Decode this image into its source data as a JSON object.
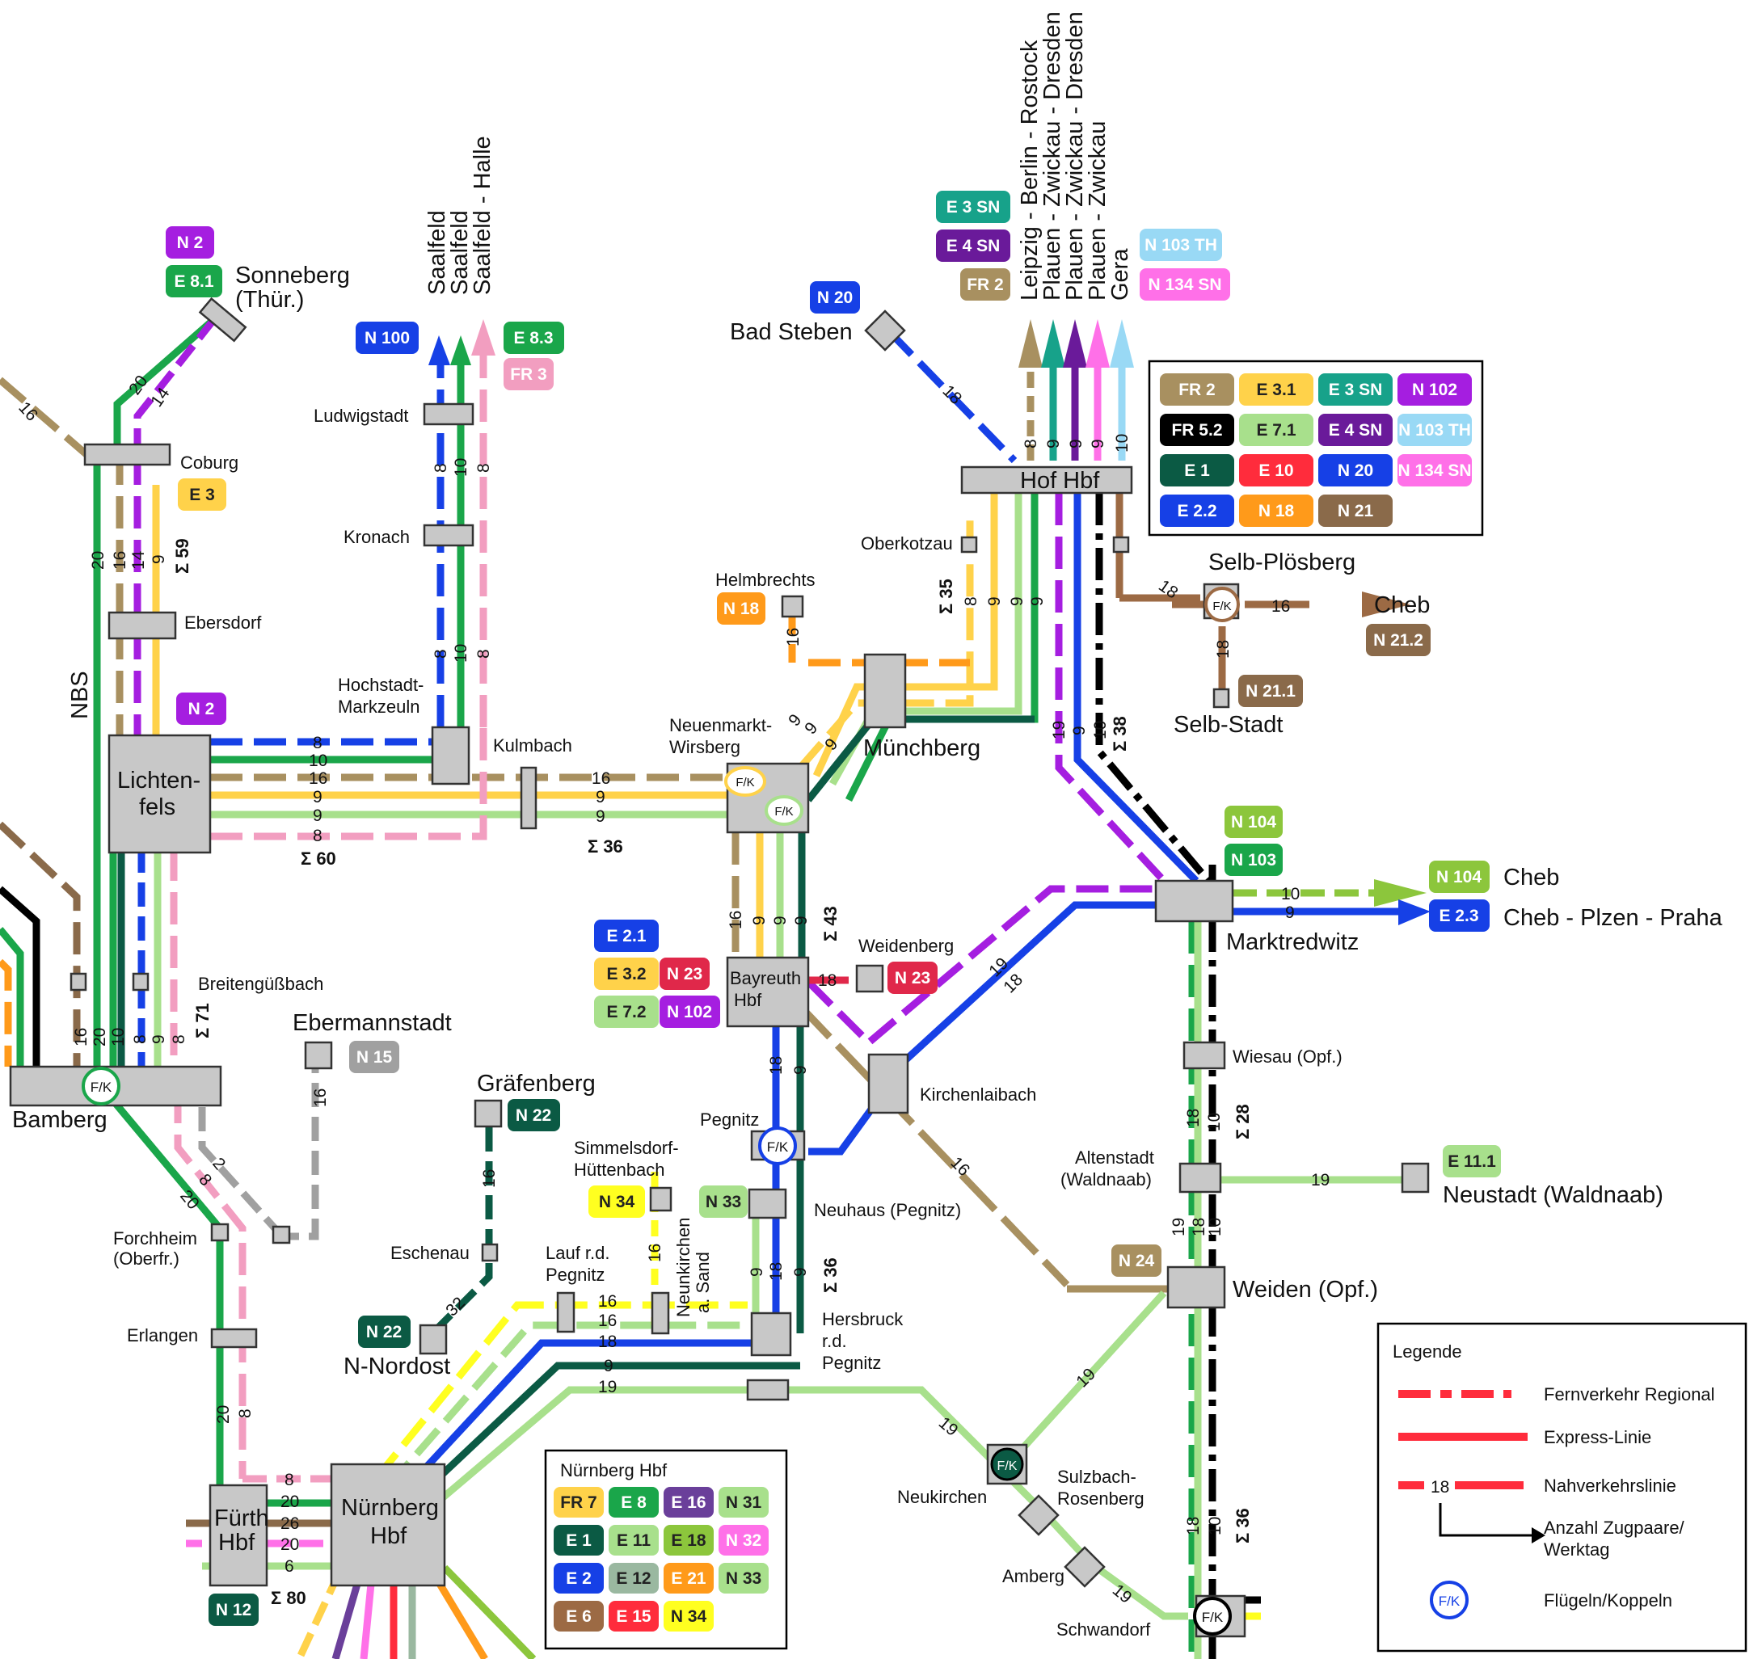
{
  "colors": {
    "FR2": "#a89060",
    "FR3": "#f29ec0",
    "FR5_2": "#000000",
    "FR7": "#ffd24a",
    "E1": "#0b5a44",
    "E2": "#1640e6",
    "E3": "#ffd24a",
    "E3SN": "#17a28a",
    "E4SN": "#6a1a9a",
    "E6": "#9c6a44",
    "E7": "#a8e08c",
    "E8": "#1aa64a",
    "E10": "#ff2c3c",
    "E11": "#a8e08c",
    "E12": "#9ab8a0",
    "E15": "#ff2c3c",
    "E16": "#6a3f9a",
    "E18": "#8cc63c",
    "E21": "#ff9a1a",
    "N2": "#a51ee0",
    "N15": "#a0a0a0",
    "N18": "#ff9a1a",
    "N20": "#1640e6",
    "N21": "#8a6a4a",
    "N22": "#0b5a44",
    "N23": "#e0284a",
    "N24": "#a89060",
    "N33": "#a8e08c",
    "N34": "#ffff20",
    "N100": "#1640e6",
    "N102": "#a51ee0",
    "N103TH": "#99d9f5",
    "N104": "#8cc63c",
    "N134SN": "#ff70e8"
  },
  "places": {
    "bamberg": "Bamberg",
    "lichtenfels": "Lichten-\nfels",
    "coburg": "Coburg",
    "sonneberg": "Sonneberg\n(Thür.)",
    "ebersdorf": "Ebersdorf",
    "nbs": "NBS",
    "breitengussbach": "Breitengüßbach",
    "ebermannstadt": "Ebermannstadt",
    "forchheim": "Forchheim\n(Oberfr.)",
    "erlangen": "Erlangen",
    "fuerth": "Fürth\nHbf",
    "nuernberg": "Nürnberg\nHbf",
    "ludwigstadt": "Ludwigstadt",
    "kronach": "Kronach",
    "hochstadt": "Hochstadt-\nMarkzeuln",
    "kulmbach": "Kulmbach",
    "neuenmarkt": "Neuenmarkt-\nWirsberg",
    "muenchberg": "Münchberg",
    "helmbrechts": "Helmbrechts",
    "oberkotzau": "Oberkotzau",
    "hof": "Hof Hbf",
    "bad_steben": "Bad Steben",
    "selb_ploesberg": "Selb-Plösberg",
    "selb_stadt": "Selb-Stadt",
    "cheb": "Cheb",
    "marktredwitz": "Marktredwitz",
    "cheb_praha": "Cheb - Plzen - Praha",
    "cheb2": "Cheb",
    "bayreuth": "Bayreuth\nHbf",
    "weidenberg": "Weidenberg",
    "kirchenlaibach": "Kirchenlaibach",
    "pegnitz": "Pegnitz",
    "neuhaus": "Neuhaus (Pegnitz)",
    "graefenberg": "Gräfenberg",
    "eschenau": "Eschenau",
    "n_nordost": "N-Nordost",
    "simmelsdorf": "Simmelsdorf-\nHüttenbach",
    "lauf": "Lauf r.d.\nPegnitz",
    "neunkirchen_sand": "Neunkirchen\na. Sand",
    "hersbruck": "Hersbruck\nr.d.\nPegnitz",
    "wiesau": "Wiesau (Opf.)",
    "altenstadt": "Altenstadt\n(Waldnaab)",
    "neustadt": "Neustadt (Waldnaab)",
    "weiden": "Weiden (Opf.)",
    "neukirchen": "Neukirchen",
    "sulzbach": "Sulzbach-\nRosenberg",
    "amberg": "Amberg",
    "schwandorf": "Schwandorf",
    "saalfeld1": "Saalfeld",
    "saalfeld2": "Saalfeld",
    "saalfeld3": "Saalfeld - Halle",
    "hof_dir1": "Leipzig - Berlin - Rostock",
    "hof_dir2": "Plauen - Zwickau - Dresden",
    "hof_dir3": "Plauen - Zwickau - Dresden",
    "hof_dir4": "Plauen - Zwickau",
    "hof_dir5": "Gera"
  },
  "sums": {
    "s59": "Σ 59",
    "s60": "Σ 60",
    "s36a": "Σ 36",
    "s71": "Σ 71",
    "s35": "Σ 35",
    "s38": "Σ 38",
    "s43": "Σ 43",
    "s36b": "Σ 36",
    "s28": "Σ 28",
    "s80": "Σ 80",
    "s36c": "Σ 36"
  },
  "fk": "F/K",
  "hof_legend": {
    "items": [
      "FR 2",
      "E 3.1",
      "E 3 SN",
      "N 102",
      "FR 5.2",
      "E 7.1",
      "E 4 SN",
      "N 103 TH",
      "E 1",
      "E 10",
      "N 20",
      "N 134 SN",
      "E 2.2",
      "N 18",
      "N 21"
    ]
  },
  "nuernberg_legend": {
    "title": "Nürnberg Hbf",
    "items": [
      "FR 7",
      "E 8",
      "E 16",
      "N 31",
      "E 1",
      "E 11",
      "E 18",
      "N 32",
      "E 2",
      "E 12",
      "E 21",
      "N 33",
      "E 6",
      "E 15",
      "N 34"
    ]
  },
  "legend": {
    "title": "Legende",
    "fernverkehr": "Fernverkehr Regional",
    "express": "Express-Linie",
    "nahverkehr": "Nahverkehrslinie",
    "sample_num": "18",
    "anzahl": "Anzahl Zugpaare/\nWerktag",
    "fluegeln": "Flügeln/Koppeln",
    "fk": "F/K"
  },
  "badges": {
    "n2_top": "N 2",
    "e81": "E 8.1",
    "e3_coburg": "E 3",
    "n2_lichtenfels": "N 2",
    "n100": "N  100",
    "e83": "E 8.3",
    "fr3": "FR 3",
    "n15": "N 15",
    "n22a": "N 22",
    "n22b": "N 22",
    "n34": "N 34",
    "n33": "N 33",
    "n18": "N 18",
    "e21": "E 2.1",
    "e32": "E 3.2",
    "n23a": "N 23",
    "e72": "E 7.2",
    "n102": "N 102",
    "n23b": "N 23",
    "n20": "N 20",
    "e3sn": "E 3 SN",
    "e4sn": "E 4 SN",
    "fr2": "FR 2",
    "n103th": "N 103 TH",
    "n134sn": "N 134 SN",
    "n212": "N 21.2",
    "n211": "N 21.1",
    "n104a": "N 104",
    "n103": "N 103",
    "n104b": "N 104",
    "e23": "E 2.3",
    "e111": "E 11.1",
    "n24": "N 24",
    "n12": "N 12"
  },
  "counts": {
    "c16a": "16",
    "c20a": "20",
    "c14a": "14",
    "c20b": "20",
    "c16b": "16",
    "c14b": "14",
    "c9a": "9",
    "c16c": "16",
    "c20c": "20",
    "c10a": "10",
    "c8a": "8",
    "c9b": "9",
    "c8b": "8",
    "c20d": "20",
    "c8c": "8",
    "c2a": "2",
    "c16d": "16",
    "c20e": "20",
    "c8d": "8",
    "l8": "8",
    "l10": "10",
    "l16": "16",
    "l9a": "9",
    "l9b": "9",
    "l8b": "8",
    "k16": "16",
    "k9a": "9",
    "k9b": "9",
    "sa8a": "8",
    "sa10a": "10",
    "sa8b": "8",
    "sa8c": "8",
    "sa10b": "10",
    "sa8d": "8",
    "f8": "8",
    "f20": "20",
    "f26": "26",
    "f20b": "20",
    "f6": "6",
    "h16": "16",
    "nw9a": "9",
    "nw9b": "9",
    "nw9c": "9",
    "ob8": "8",
    "ob9a": "9",
    "ob9b": "9",
    "ob9c": "9",
    "hb8": "8",
    "hb9a": "9",
    "hb9b": "9",
    "hb9c": "9",
    "hb10": "10",
    "bs18": "18",
    "s18a": "18",
    "s16": "16",
    "s18b": "18",
    "m19": "19",
    "m9": "9",
    "m10": "10",
    "by16": "16",
    "by9a": "9",
    "by9b": "9",
    "by9c": "9",
    "wb18": "18",
    "p18": "18",
    "p9": "9",
    "kl19": "19",
    "kl18": "18",
    "kl16": "16",
    "mr10": "10",
    "mr9": "9",
    "ws18": "18",
    "ws10": "10",
    "ns19": "19",
    "wd19a": "19",
    "wd18": "18",
    "wd10": "10",
    "nh9": "9",
    "nh18": "18",
    "nh9b": "9",
    "gr16": "16",
    "gr32": "32",
    "n16a": "16",
    "n16b": "16",
    "n18": "18",
    "n9": "9",
    "n19": "19",
    "nk16": "16",
    "nk19": "19",
    "wk19": "19",
    "am19": "19",
    "sd18": "18",
    "sd10": "10"
  }
}
